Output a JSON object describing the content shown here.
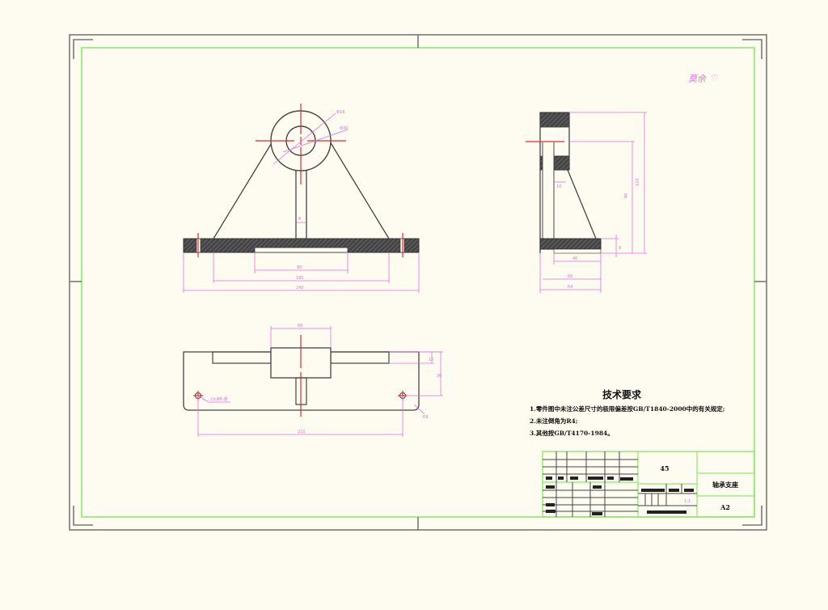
{
  "drawing": {
    "type": "engineering-drawing",
    "subject": "bearing support bracket",
    "colors": {
      "background": "#fefcf0",
      "outer_border": "#666666",
      "inner_border": "#8ee86e",
      "outline": "#333333",
      "centerline": "#e52b2b",
      "dimension": "#e36fd9",
      "title_block_lines": "#8ee86e"
    },
    "signature": {
      "text": "莫佘",
      "mark": "♡"
    },
    "views": {
      "front": {
        "label": "front-view",
        "dims": {
          "hole_dia": "Φ18",
          "boss_dia": "Φ30",
          "rib_width": "8",
          "slot_len": "80",
          "hole_span": "180",
          "overall_len": "240"
        }
      },
      "side": {
        "label": "side-view",
        "dims": {
          "overall_height": "120",
          "center_height": "90",
          "rib_gap": "10",
          "base_thick": "8",
          "inner_depth": "40",
          "mid_depth": "60",
          "overall_depth": "64"
        }
      },
      "top": {
        "label": "top-view",
        "dims": {
          "boss_width": "60",
          "slot_depth": "10",
          "edge_offset": "30",
          "hole_spec": "2×Φ8-通",
          "corner_radius": "R8",
          "hole_span": "210"
        }
      }
    },
    "technical_requirements": {
      "title": "技术要求",
      "lines": [
        "1.零件图中未注公差尺寸的极限偏差按GB/T1840-2000中的有关规定;",
        "2.未注倒角为R4;",
        "3.其他按GB/T4170-1984。"
      ]
    },
    "title_block": {
      "material": "45",
      "part_name": "轴承支座",
      "drawing_no": "A2",
      "scale": "1:1"
    }
  }
}
